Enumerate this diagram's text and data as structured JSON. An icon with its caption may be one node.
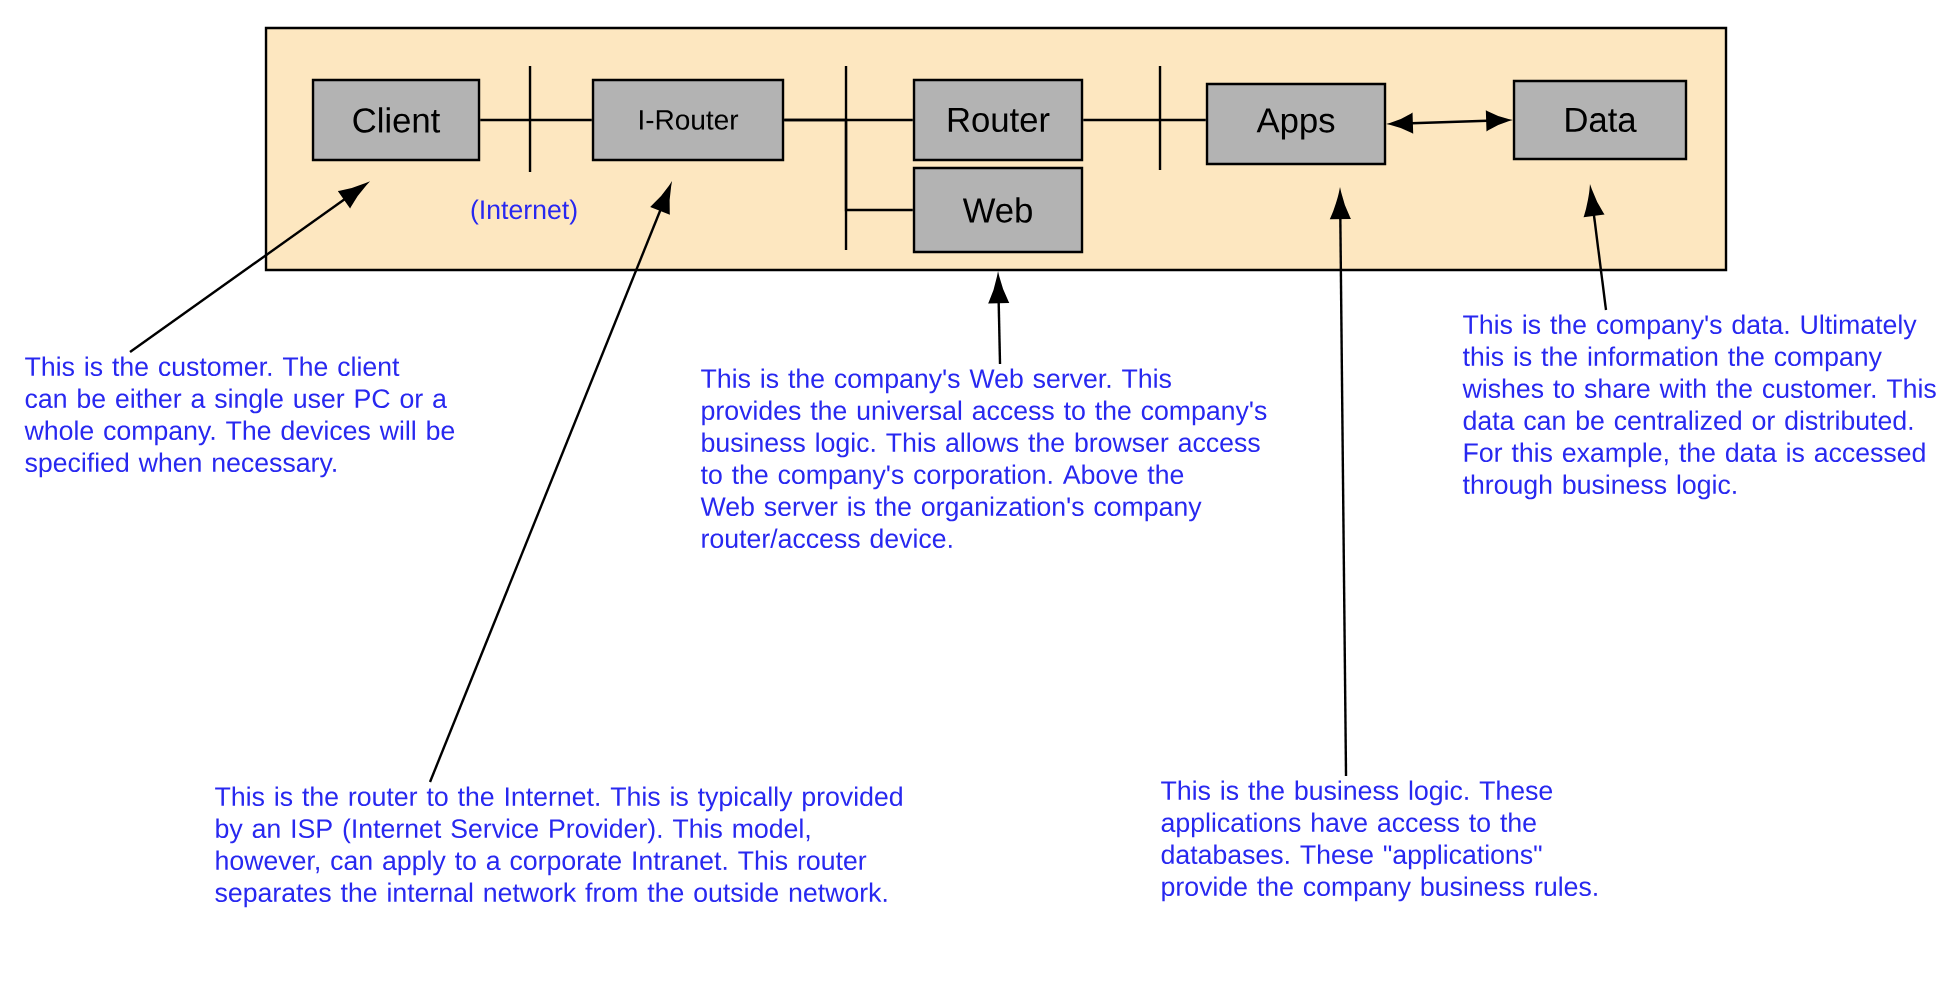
{
  "diagram": {
    "nodes": [
      {
        "text": [],
        "shape": "box"
      },
      {
        "text": [
          "Client"
        ],
        "in": 0
      },
      {
        "text": [
          "I-Router"
        ],
        "in": 0
      },
      {
        "text": [
          "Router"
        ],
        "in": 0
      },
      {
        "text": [
          "Web"
        ],
        "in": 0
      },
      {
        "text": [
          "Apps"
        ],
        "in": 0
      },
      {
        "text": [
          "Data"
        ],
        "in": 0
      },
      {
        "text": [
          "This is the customer. The client can be either a single user PC or a whole company. The devices will be specified when necessary."
        ]
      },
      {
        "text": [
          "This is the router to the Internet. This is typically provided by an ISP (Internet Service Provider). This model, however, can apply to a corporate Intranet. This router separates the internal network from the outside network."
        ]
      },
      {
        "text": [
          "This is the company's Web server. This provides the universal access to the company's business logic. This allows the browser access to the company's corporation.  Above the Web server is the organization's company router/access device."
        ]
      },
      {
        "text": [
          "This is the business logic. These applications have access to the databases. These \"applications\" provide the  company business rules."
        ]
      },
      {
        "text": [
          "This is the company's data. Ultimately this is the information the company wishes to share with the customer. This data can be centralized or distributed. For this example, the data is accessed through business logic."
        ]
      }
    ],
    "edges": [
      {
        "from": 1,
        "to": 2,
        "arrow": "none"
      },
      {
        "from": 2,
        "to": 3,
        "arrow": "none"
      },
      {
        "from": 2,
        "to": 4,
        "arrow": "none"
      },
      {
        "from": 3,
        "to": 5,
        "arrow": "none"
      },
      {
        "from": 5,
        "to": 6,
        "arrow": "both"
      },
      {
        "from": 7,
        "to": 1,
        "arrow": "to"
      },
      {
        "from": 8,
        "to": 2,
        "arrow": "to"
      },
      {
        "from": 9,
        "to": 4,
        "arrow": "to"
      },
      {
        "from": 10,
        "to": 5,
        "arrow": "to"
      },
      {
        "from": 11,
        "to": 6,
        "arrow": "to"
      }
    ],
    "labels": [
      "(Internet)"
    ]
  }
}
